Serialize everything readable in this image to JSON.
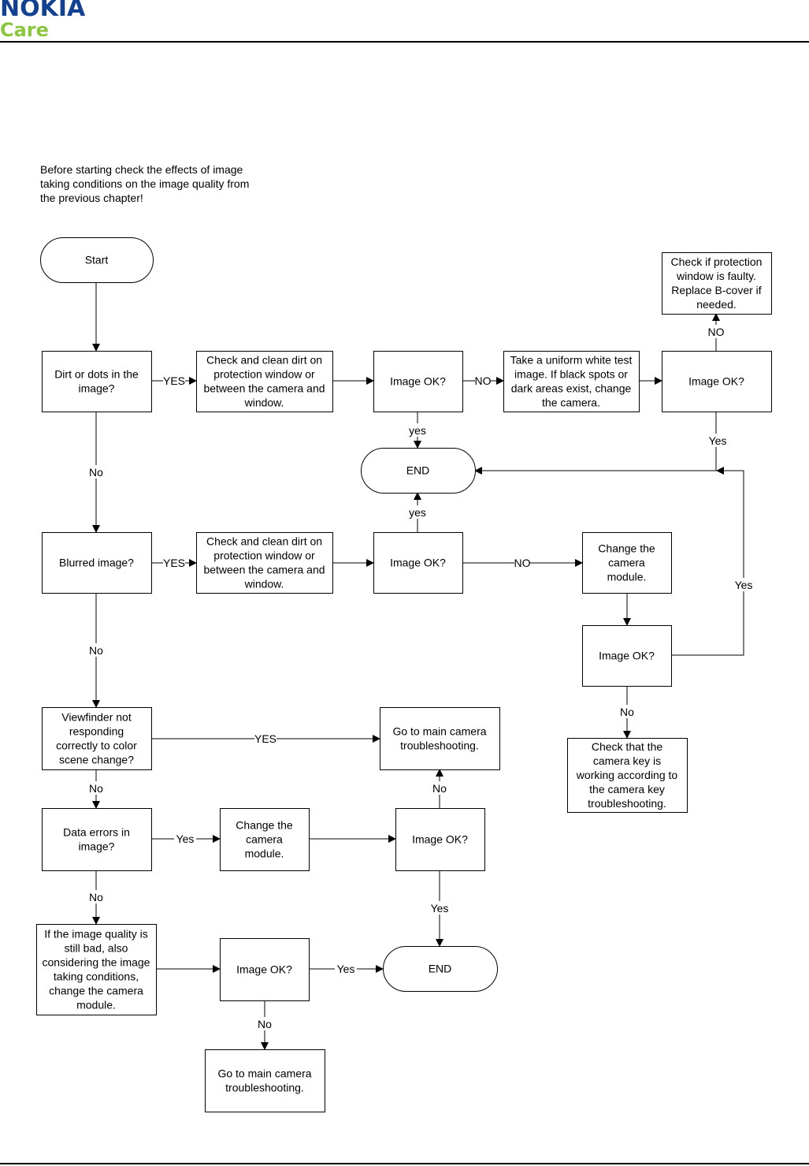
{
  "brand": {
    "name": "NOKIA",
    "sub": "Care",
    "primary_color": "#124191",
    "accent_color": "#8cc63f"
  },
  "intro_note": "Before starting check the effects of image taking conditions on the image quality from the previous chapter!",
  "nodes": [
    {
      "id": "start",
      "shape": "terminal",
      "lines": [
        "Start"
      ]
    },
    {
      "id": "dirt",
      "shape": "box",
      "lines": [
        "Dirt or dots in the",
        "image?"
      ]
    },
    {
      "id": "clean1",
      "shape": "box",
      "lines": [
        "Check and clean dirt on",
        "protection window or",
        "between the camera and",
        "window."
      ]
    },
    {
      "id": "ok1",
      "shape": "box",
      "lines": [
        "Image OK?"
      ]
    },
    {
      "id": "whitetest",
      "shape": "box",
      "lines": [
        "Take a uniform white test",
        "image. If black spots or",
        "dark areas exist, change",
        "the camera."
      ]
    },
    {
      "id": "ok2",
      "shape": "box",
      "lines": [
        "Image OK?"
      ]
    },
    {
      "id": "protect",
      "shape": "box",
      "lines": [
        "Check if protection",
        "window is faulty.",
        "Replace B-cover if",
        "needed."
      ]
    },
    {
      "id": "end1",
      "shape": "terminal",
      "lines": [
        "END"
      ]
    },
    {
      "id": "blurred",
      "shape": "box",
      "lines": [
        "Blurred image?"
      ]
    },
    {
      "id": "clean2",
      "shape": "box",
      "lines": [
        "Check and clean dirt on",
        "protection window or",
        "between the camera and",
        "window."
      ]
    },
    {
      "id": "ok3",
      "shape": "box",
      "lines": [
        "Image OK?"
      ]
    },
    {
      "id": "changecam1",
      "shape": "box",
      "lines": [
        "Change the",
        "camera",
        "module."
      ]
    },
    {
      "id": "ok4",
      "shape": "box",
      "lines": [
        "Image OK?"
      ]
    },
    {
      "id": "camkey",
      "shape": "box",
      "lines": [
        "Check that the",
        "camera key is",
        "working according to",
        "the camera key",
        "troubleshooting."
      ]
    },
    {
      "id": "viewfinder",
      "shape": "box",
      "lines": [
        "Viewfinder not",
        "responding",
        "correctly to color",
        "scene change?"
      ]
    },
    {
      "id": "maincam1",
      "shape": "box",
      "lines": [
        "Go to main camera",
        "troubleshooting."
      ]
    },
    {
      "id": "dataerr",
      "shape": "box",
      "lines": [
        "Data errors in",
        "image?"
      ]
    },
    {
      "id": "changecam2",
      "shape": "box",
      "lines": [
        "Change the",
        "camera",
        "module."
      ]
    },
    {
      "id": "ok5",
      "shape": "box",
      "lines": [
        "Image OK?"
      ]
    },
    {
      "id": "stillbad",
      "shape": "box",
      "lines": [
        "If the image quality is",
        "still bad, also",
        "considering the image",
        "taking conditions,",
        "change the camera",
        "module."
      ]
    },
    {
      "id": "ok6",
      "shape": "box",
      "lines": [
        "Image OK?"
      ]
    },
    {
      "id": "end2",
      "shape": "terminal",
      "lines": [
        "END"
      ]
    },
    {
      "id": "maincam2",
      "shape": "box",
      "lines": [
        "Go to main camera",
        "troubleshooting."
      ]
    }
  ],
  "edges": [
    {
      "from": "start",
      "to": "dirt",
      "label": ""
    },
    {
      "from": "dirt",
      "to": "clean1",
      "label": "YES"
    },
    {
      "from": "clean1",
      "to": "ok1",
      "label": ""
    },
    {
      "from": "ok1",
      "to": "whitetest",
      "label": "NO"
    },
    {
      "from": "whitetest",
      "to": "ok2",
      "label": ""
    },
    {
      "from": "ok2",
      "to": "protect",
      "label": "NO"
    },
    {
      "from": "ok1",
      "to": "end1",
      "label": "yes"
    },
    {
      "from": "ok2",
      "to": "end1",
      "label": "Yes"
    },
    {
      "from": "dirt",
      "to": "blurred",
      "label": "No"
    },
    {
      "from": "blurred",
      "to": "clean2",
      "label": "YES"
    },
    {
      "from": "clean2",
      "to": "ok3",
      "label": ""
    },
    {
      "from": "ok3",
      "to": "end1",
      "label": "yes"
    },
    {
      "from": "ok3",
      "to": "changecam1",
      "label": "NO"
    },
    {
      "from": "changecam1",
      "to": "ok4",
      "label": ""
    },
    {
      "from": "ok4",
      "to": "end1",
      "label": "Yes"
    },
    {
      "from": "ok4",
      "to": "camkey",
      "label": "No"
    },
    {
      "from": "blurred",
      "to": "viewfinder",
      "label": "No"
    },
    {
      "from": "viewfinder",
      "to": "maincam1",
      "label": "YES"
    },
    {
      "from": "viewfinder",
      "to": "dataerr",
      "label": "No"
    },
    {
      "from": "dataerr",
      "to": "changecam2",
      "label": "Yes"
    },
    {
      "from": "changecam2",
      "to": "ok5",
      "label": ""
    },
    {
      "from": "ok5",
      "to": "maincam1",
      "label": "No"
    },
    {
      "from": "ok5",
      "to": "end2",
      "label": "Yes"
    },
    {
      "from": "dataerr",
      "to": "stillbad",
      "label": "No"
    },
    {
      "from": "stillbad",
      "to": "ok6",
      "label": ""
    },
    {
      "from": "ok6",
      "to": "end2",
      "label": "Yes"
    },
    {
      "from": "ok6",
      "to": "maincam2",
      "label": "No"
    }
  ]
}
